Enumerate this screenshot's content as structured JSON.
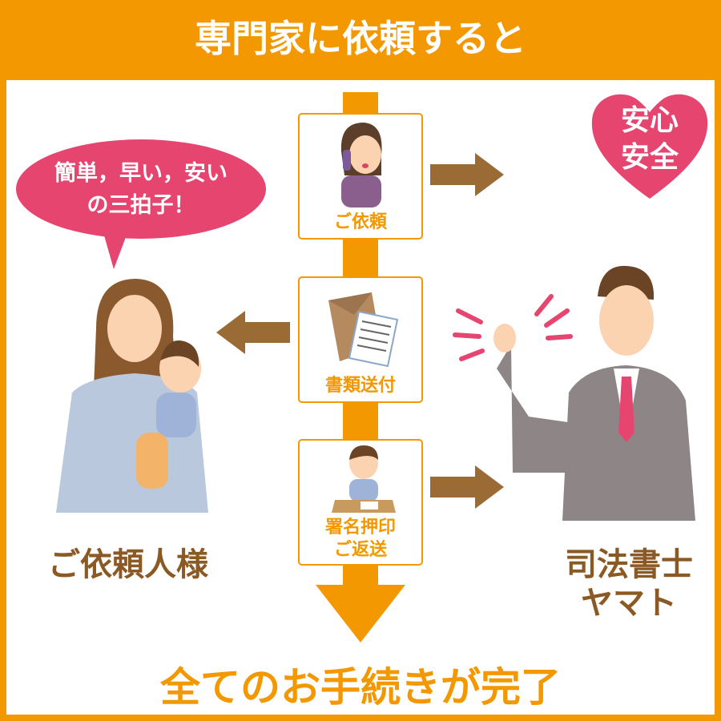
{
  "header": {
    "title": "専門家に依頼すると"
  },
  "steps": [
    {
      "label": "ご依頼",
      "icon": "woman-on-phone"
    },
    {
      "label": "書類送付",
      "icon": "envelope-documents"
    },
    {
      "label_line1": "署名押印",
      "label_line2": "ご返送",
      "icon": "man-signing"
    }
  ],
  "bubble": {
    "line1": "簡単，早い，安い",
    "line2": "の三拍子！"
  },
  "heart": {
    "line1": "安心",
    "line2": "安全"
  },
  "client": {
    "label": "ご依頼人様"
  },
  "expert": {
    "line1": "司法書士",
    "line2": "ヤマト"
  },
  "footer": {
    "text": "全てのお手続きが完了"
  },
  "colors": {
    "orange": "#F39800",
    "pink": "#E5456F",
    "arrow_brown": "#9A6B34",
    "text_brown": "#8B5A24"
  }
}
